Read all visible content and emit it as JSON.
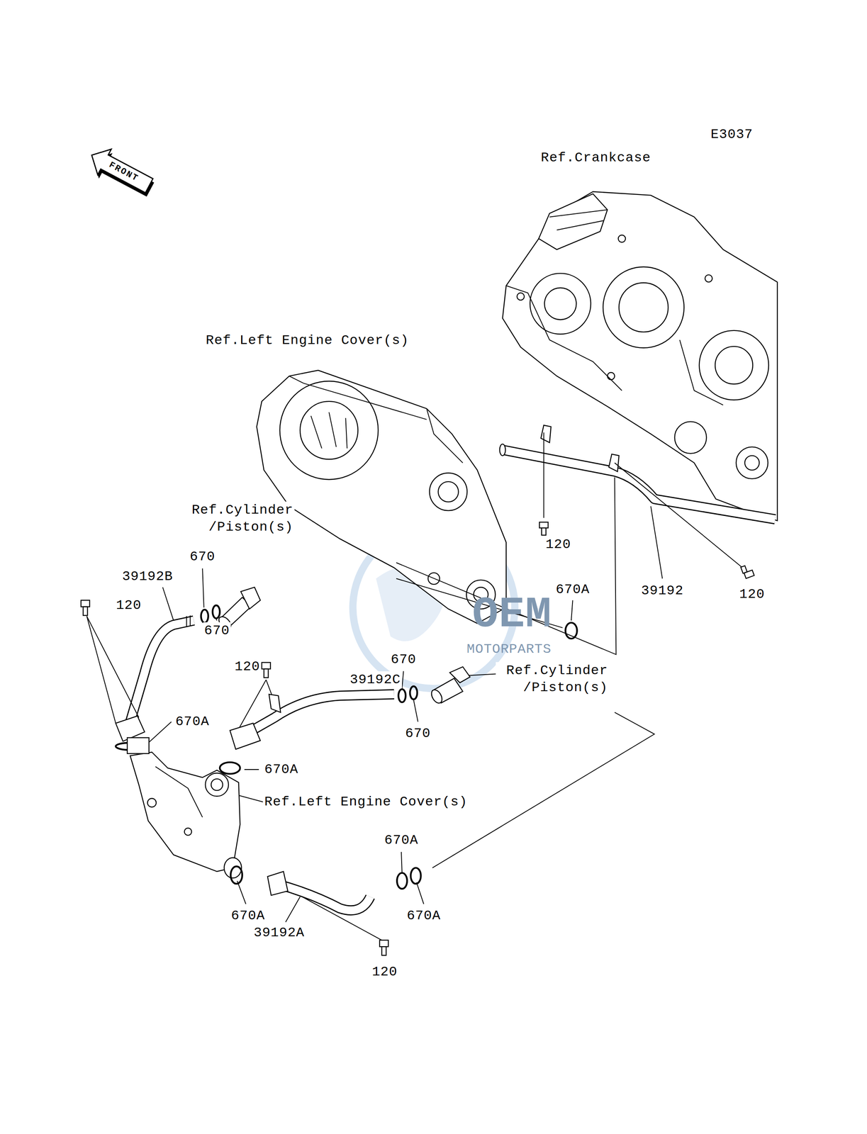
{
  "diagram": {
    "labels": [
      "E3037",
      "FRONT",
      "Ref.Crankcase",
      "Ref.Left Engine Cover(s)",
      "Ref.Cylinder /Piston(s)",
      "670",
      "39192B",
      "120",
      "670",
      "670A",
      "120",
      "39192",
      "120",
      "120",
      "670",
      "39192C",
      "Ref.Cylinder /Piston(s)",
      "670",
      "670A",
      "670A",
      "Ref.Left Engine Cover(s)",
      "670A",
      "670A",
      "670A",
      "39192A",
      "120",
      "OEM",
      "MOTORPARTS"
    ]
  }
}
